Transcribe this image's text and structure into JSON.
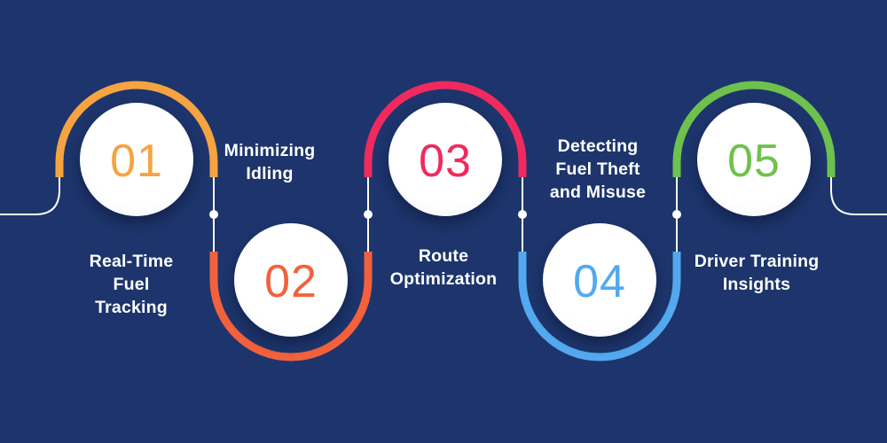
{
  "canvas": {
    "background_color": "#1D356C",
    "connector_color": "#FFFFFF"
  },
  "steps": [
    {
      "number": "01",
      "label": "Real-Time\nFuel\nTracking",
      "color": "#F6A341",
      "circle_position": "top"
    },
    {
      "number": "02",
      "label": "Minimizing\nIdling",
      "color": "#F2613C",
      "circle_position": "bottom"
    },
    {
      "number": "03",
      "label": "Route\nOptimization",
      "color": "#F02A5E",
      "circle_position": "top"
    },
    {
      "number": "04",
      "label": "Detecting\nFuel Theft\nand Misuse",
      "color": "#52A9F0",
      "circle_position": "bottom"
    },
    {
      "number": "05",
      "label": "Driver Training\nInsights",
      "color": "#6EC14D",
      "circle_position": "top"
    }
  ]
}
